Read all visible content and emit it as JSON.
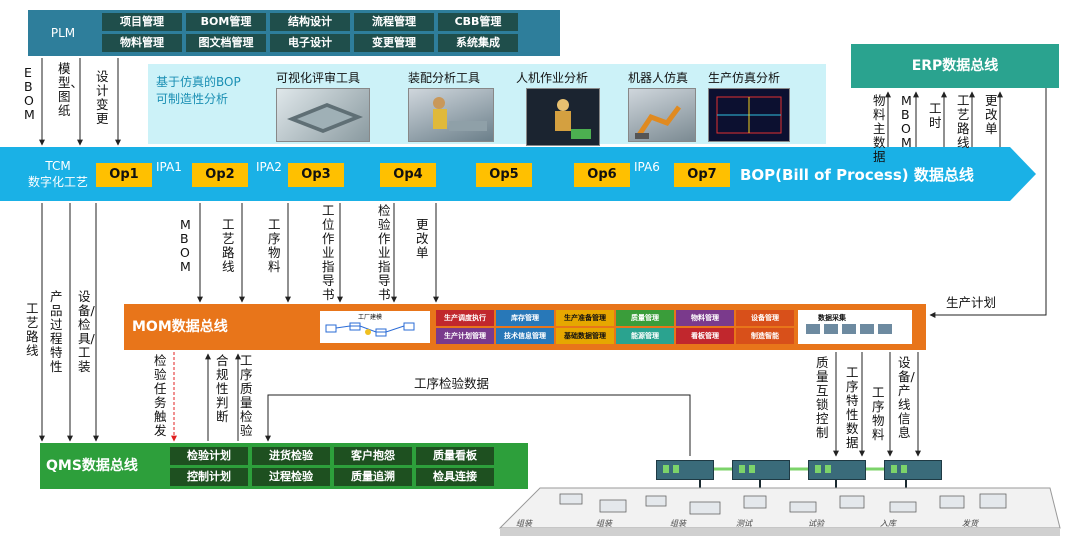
{
  "plm": {
    "title": "PLM",
    "modules": [
      "项目管理",
      "BOM管理",
      "结构设计",
      "流程管理",
      "CBB管理",
      "物料管理",
      "图文档管理",
      "电子设计",
      "变更管理",
      "系统集成"
    ]
  },
  "erp": {
    "title": "ERP数据总线"
  },
  "tools": {
    "bop_sim": [
      "基于仿真的BOP",
      "可制造性分析"
    ],
    "items": [
      "可视化评审工具",
      "装配分析工具",
      "人机作业分析",
      "机器人仿真",
      "生产仿真分析"
    ]
  },
  "bop": {
    "tcm": [
      "TCM",
      "数字化工艺"
    ],
    "ops": [
      "Op1",
      "Op2",
      "Op3",
      "Op4",
      "Op5",
      "Op6",
      "Op7"
    ],
    "ipas": [
      "IPA1",
      "IPA2",
      "IPA6"
    ],
    "label": "BOP(Bill of Process)  数据总线"
  },
  "plm_to_bop": [
    "EBOM",
    "模型、图纸",
    "设计变更"
  ],
  "erp_to_bop": [
    "物料主数据",
    "MBOM",
    "工时",
    "工艺路线",
    "更改单"
  ],
  "bop_to_mom": [
    "MBOM",
    "工艺路线",
    "工序物料",
    "工位作业指导书",
    "检验作业指导书",
    "更改单"
  ],
  "bop_to_qms": [
    "工艺路线",
    "产品过程特性",
    "设备/检具/工装"
  ],
  "erp_to_mom": "生产计划",
  "mom": {
    "title": "MOM数据总线",
    "img_label": "工厂建模",
    "modules": [
      "生产调度执行",
      "库存管理",
      "生产准备管理",
      "质量管理",
      "物料管理",
      "设备管理",
      "生产计划管理",
      "技术信息管理",
      "基础数据管理",
      "能源管理",
      "看板管理",
      "制造智能"
    ],
    "data_collection": "数据采集"
  },
  "mom_qms": [
    "检验任务触发",
    "合规性判断",
    "工序质量检验"
  ],
  "inspection_data": "工序检验数据",
  "mom_to_floor": [
    "质量互锁控制",
    "工序特性数据",
    "工序物料",
    "设备/产线信息"
  ],
  "qms": {
    "title": "QMS数据总线",
    "modules": [
      "检验计划",
      "进货检验",
      "客户抱怨",
      "质量看板",
      "控制计划",
      "过程检验",
      "质量追溯",
      "检具连接"
    ]
  },
  "floor": [
    "组装",
    "组装",
    "组装",
    "测试",
    "试验",
    "入库",
    "发货"
  ],
  "colors": {
    "plm": "#2e7e9b",
    "plm_cell": "#1f4e4b",
    "erp": "#2aa38f",
    "bop": "#1ab1e6",
    "op": "#ffc000",
    "mom": "#e8751a",
    "qms": "#2d9f3b",
    "qms_cell": "#1e5020"
  }
}
